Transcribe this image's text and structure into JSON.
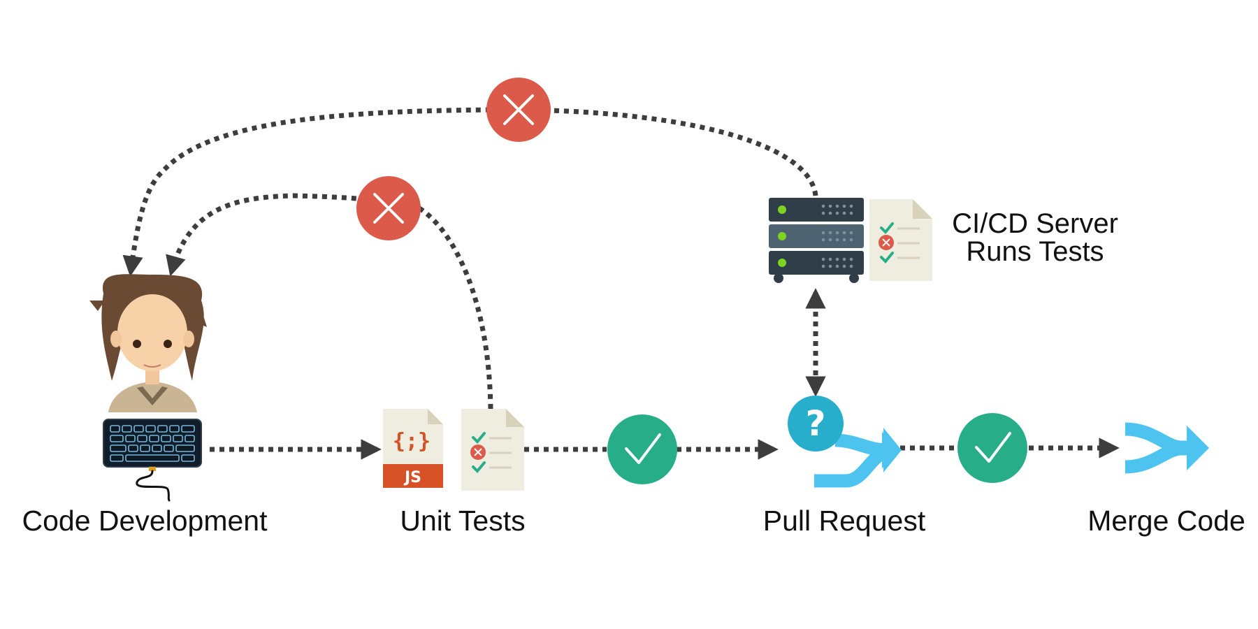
{
  "labels": {
    "code_development": "Code Development",
    "unit_tests": "Unit Tests",
    "pull_request": "Pull Request",
    "merge_code": "Merge Code",
    "ci_server_line1": "CI/CD Server",
    "ci_server_line2": "Runs Tests"
  },
  "badges": {
    "js_file": "JS",
    "js_braces": "{;}",
    "question_mark": "?"
  },
  "icons": {
    "developer": "developer-avatar-icon",
    "keyboard": "keyboard-icon",
    "js_file": "js-file-icon",
    "test_report": "test-report-icon",
    "server": "server-rack-icon",
    "success": "check-circle-icon",
    "failure": "x-circle-icon",
    "pull_request": "pull-request-icon",
    "merge": "merge-arrow-icon"
  },
  "colors": {
    "success": "#27ae88",
    "failure": "#db5a4a",
    "merge": "#4dc4ef",
    "question": "#26aecb",
    "js_badge": "#d65126",
    "server": "#384a56",
    "arrow": "#3d3d3d",
    "document": "#efece0"
  }
}
